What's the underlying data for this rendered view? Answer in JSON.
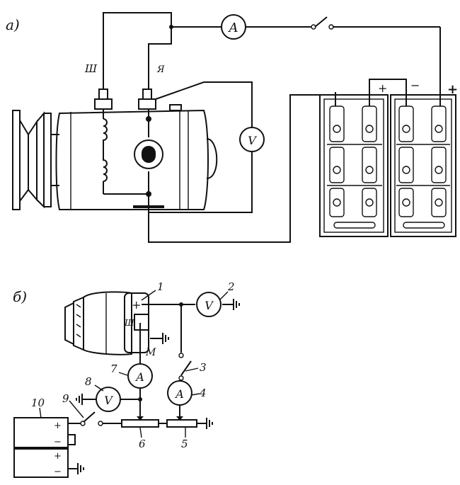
{
  "diagram_a": {
    "label": "а)",
    "terminal_sh": "Ш",
    "terminal_ya": "Я",
    "ammeter": "A",
    "voltmeter": "V",
    "battery_left_plus": "+",
    "battery_mid_minus": "−",
    "battery_right_plus": "+"
  },
  "diagram_b": {
    "label": "б)",
    "generator_plus": "+",
    "generator_sh": "Ш",
    "generator_m": "М",
    "voltmeter_main": "V",
    "voltmeter_aux": "V",
    "ammeter_main": "A",
    "ammeter_aux": "A",
    "battery_top_plus": "+",
    "battery_top_minus": "−",
    "battery_bottom_plus": "+",
    "battery_bottom_minus": "−",
    "callouts": [
      "1",
      "2",
      "3",
      "4",
      "5",
      "6",
      "7",
      "8",
      "9",
      "10"
    ]
  }
}
